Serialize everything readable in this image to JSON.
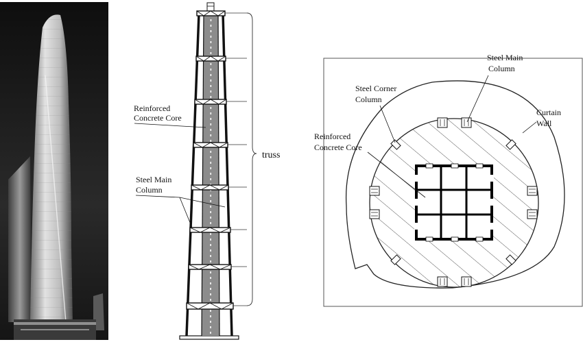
{
  "photo": {
    "subject": "tower-photograph"
  },
  "elevation": {
    "core_label_1": "Reinforced",
    "core_label_2": "Concrete Core",
    "column_label_1": "Steel Main",
    "column_label_2": "Column",
    "truss_label": "truss"
  },
  "plan": {
    "main_column_label_1": "Steel Main",
    "main_column_label_2": "Column",
    "corner_column_label_1": "Steel Corner",
    "corner_column_label_2": "Column",
    "curtain_label_1": "Curtain",
    "curtain_label_2": "Wall",
    "core_label_1": "Reinforced",
    "core_label_2": "Concrete Core"
  },
  "colors": {
    "line": "#111111",
    "core_fill": "#8c8c8c",
    "photo_bg": "#1b1b1b"
  }
}
